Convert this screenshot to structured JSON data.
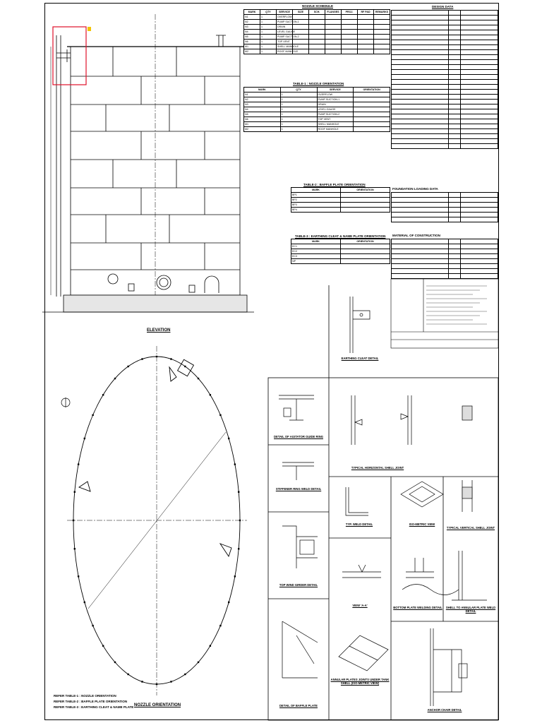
{
  "elevation": {
    "title": "ELEVATION"
  },
  "nozzle_orientation": {
    "title": "NOZZLE ORIENTATION",
    "notes": [
      "REFER TABLE-1 : NOZZLE ORIENTATION",
      "REFER TABLE-2 : BAFFLE PLATE ORIENTATION",
      "REFER TABLE-3 : EARTHING CLEAT & NAME PLATE"
    ]
  },
  "nozzle_schedule": {
    "title": "NOZZLE SCHEDULE",
    "headers": [
      "MARK",
      "QTY",
      "SERVICE",
      "SIZE",
      "SCH.",
      "FLANGES",
      "PROJ.",
      "RF PAD",
      "REMARKS"
    ],
    "rows": [
      [
        "N1",
        "1",
        "OVERFLOW",
        "",
        "",
        "",
        "",
        "",
        ""
      ],
      [
        "N2",
        "1",
        "PUMP SUCTION-1",
        "",
        "",
        "",
        "",
        "",
        ""
      ],
      [
        "N3",
        "1",
        "DRAIN",
        "",
        "",
        "",
        "",
        "",
        ""
      ],
      [
        "N4",
        "1",
        "LEVEL GAUGE",
        "",
        "",
        "",
        "",
        "",
        ""
      ],
      [
        "N5",
        "1",
        "PUMP SUCTION-2",
        "",
        "",
        "",
        "",
        "",
        ""
      ],
      [
        "N6",
        "1",
        "TOP VENT",
        "",
        "",
        "",
        "",
        "",
        ""
      ],
      [
        "M1",
        "1",
        "SHELL MANHOLE",
        "",
        "",
        "",
        "",
        "",
        ""
      ],
      [
        "M2",
        "1",
        "ROOF MANHOLE",
        "",
        "",
        "",
        "",
        "",
        ""
      ]
    ]
  },
  "table1": {
    "title": "TABLE-1 : NOZZLE ORIENTATION",
    "headers": [
      "MARK",
      "QTY",
      "SERVICE",
      "ORIENTATION"
    ],
    "rows": [
      [
        "N1",
        "1",
        "OVERFLOW",
        ""
      ],
      [
        "N2",
        "1",
        "PUMP SUCTION-1",
        ""
      ],
      [
        "N3",
        "1",
        "DRAIN",
        ""
      ],
      [
        "N4",
        "1",
        "LEVEL GAUGE",
        ""
      ],
      [
        "N5",
        "1",
        "PUMP SUCTION-2",
        ""
      ],
      [
        "N6",
        "1",
        "TOP VENT",
        ""
      ],
      [
        "M1",
        "1",
        "SHELL MANHOLE",
        ""
      ],
      [
        "M2",
        "1",
        "ROOF MANHOLE",
        ""
      ]
    ]
  },
  "table2": {
    "title": "TABLE-2 : BAFFLE PLATE ORIENTATION",
    "headers": [
      "MARK",
      "ORIENTATION"
    ],
    "rows": [
      [
        "BP1",
        ""
      ],
      [
        "BP2",
        ""
      ],
      [
        "BP3",
        ""
      ],
      [
        "BP4",
        ""
      ]
    ]
  },
  "table3": {
    "title": "TABLE-3 : EARTHING CLEAT & NAME PLATE ORIENTATION",
    "headers": [
      "MARK",
      "ORIENTATION"
    ],
    "rows": [
      [
        "EC1",
        ""
      ],
      [
        "EC2",
        ""
      ],
      [
        "EC3",
        ""
      ],
      [
        "NP",
        ""
      ]
    ]
  },
  "design_data": {
    "title": "DESIGN DATA",
    "rows": 28
  },
  "foundation": {
    "title": "FOUNDATION LOADING DATA",
    "rows": 6
  },
  "material": {
    "title": "MATERIAL OF CONSTRUCTION",
    "rows": 8
  },
  "details": [
    {
      "key": "earthing",
      "title": "EARTHING CLEAT DETAIL"
    },
    {
      "key": "agitator",
      "title": "DETAIL OF AGITATOR GUIDE RING"
    },
    {
      "key": "stiff",
      "title": "STIFFENER RING WELD DETAIL"
    },
    {
      "key": "horiz",
      "title": "TYPICAL HORIZONTAL SHELL JOINT"
    },
    {
      "key": "vertical",
      "title": "TYPICAL VERTICAL SHELL JOINT"
    },
    {
      "key": "weld",
      "title": "TYP. WELD DETAIL"
    },
    {
      "key": "iso",
      "title": "ISO-METRIC VIEW"
    },
    {
      "key": "topwind",
      "title": "TOP WIND GIRDER DETAIL"
    },
    {
      "key": "viewaa",
      "title": "VIEW 'A-A'"
    },
    {
      "key": "bottom",
      "title": "BOTTOM PLATE WELDING DETAIL"
    },
    {
      "key": "shelltoann",
      "title": "SHELL TO ANNULAR PLATE WELD DETAIL"
    },
    {
      "key": "baffle",
      "title": "DETAIL OF BAFFLE PLATE"
    },
    {
      "key": "annular",
      "title": "ANNULAR PLATES JOINTS UNDER TANK SHELL (ISO-METRIC VIEW)"
    },
    {
      "key": "anchor",
      "title": "ANCHOR CHAIR DETAIL"
    }
  ]
}
